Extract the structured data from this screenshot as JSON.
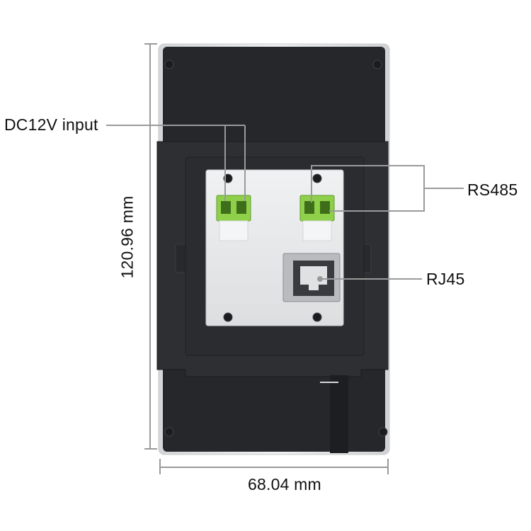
{
  "labels": {
    "dc_input": "DC12V input",
    "rs485": "RS485",
    "rj45": "RJ45",
    "height": "120.96 mm",
    "width": "68.04 mm"
  },
  "colors": {
    "device_frame": "#e3e4e6",
    "device_body": "#25272b",
    "rear_panel": "#2c2e32",
    "connector_plate": "#e9eaec",
    "terminal_green": "#8fd04a",
    "callout_line": "#9a9a9a",
    "dimension_line": "#9a9a9a"
  },
  "components": {
    "dc_terminal_icon": "terminal-block-icon",
    "rs485_terminal_icon": "terminal-block-icon",
    "rj45_port_icon": "ethernet-port-icon"
  }
}
